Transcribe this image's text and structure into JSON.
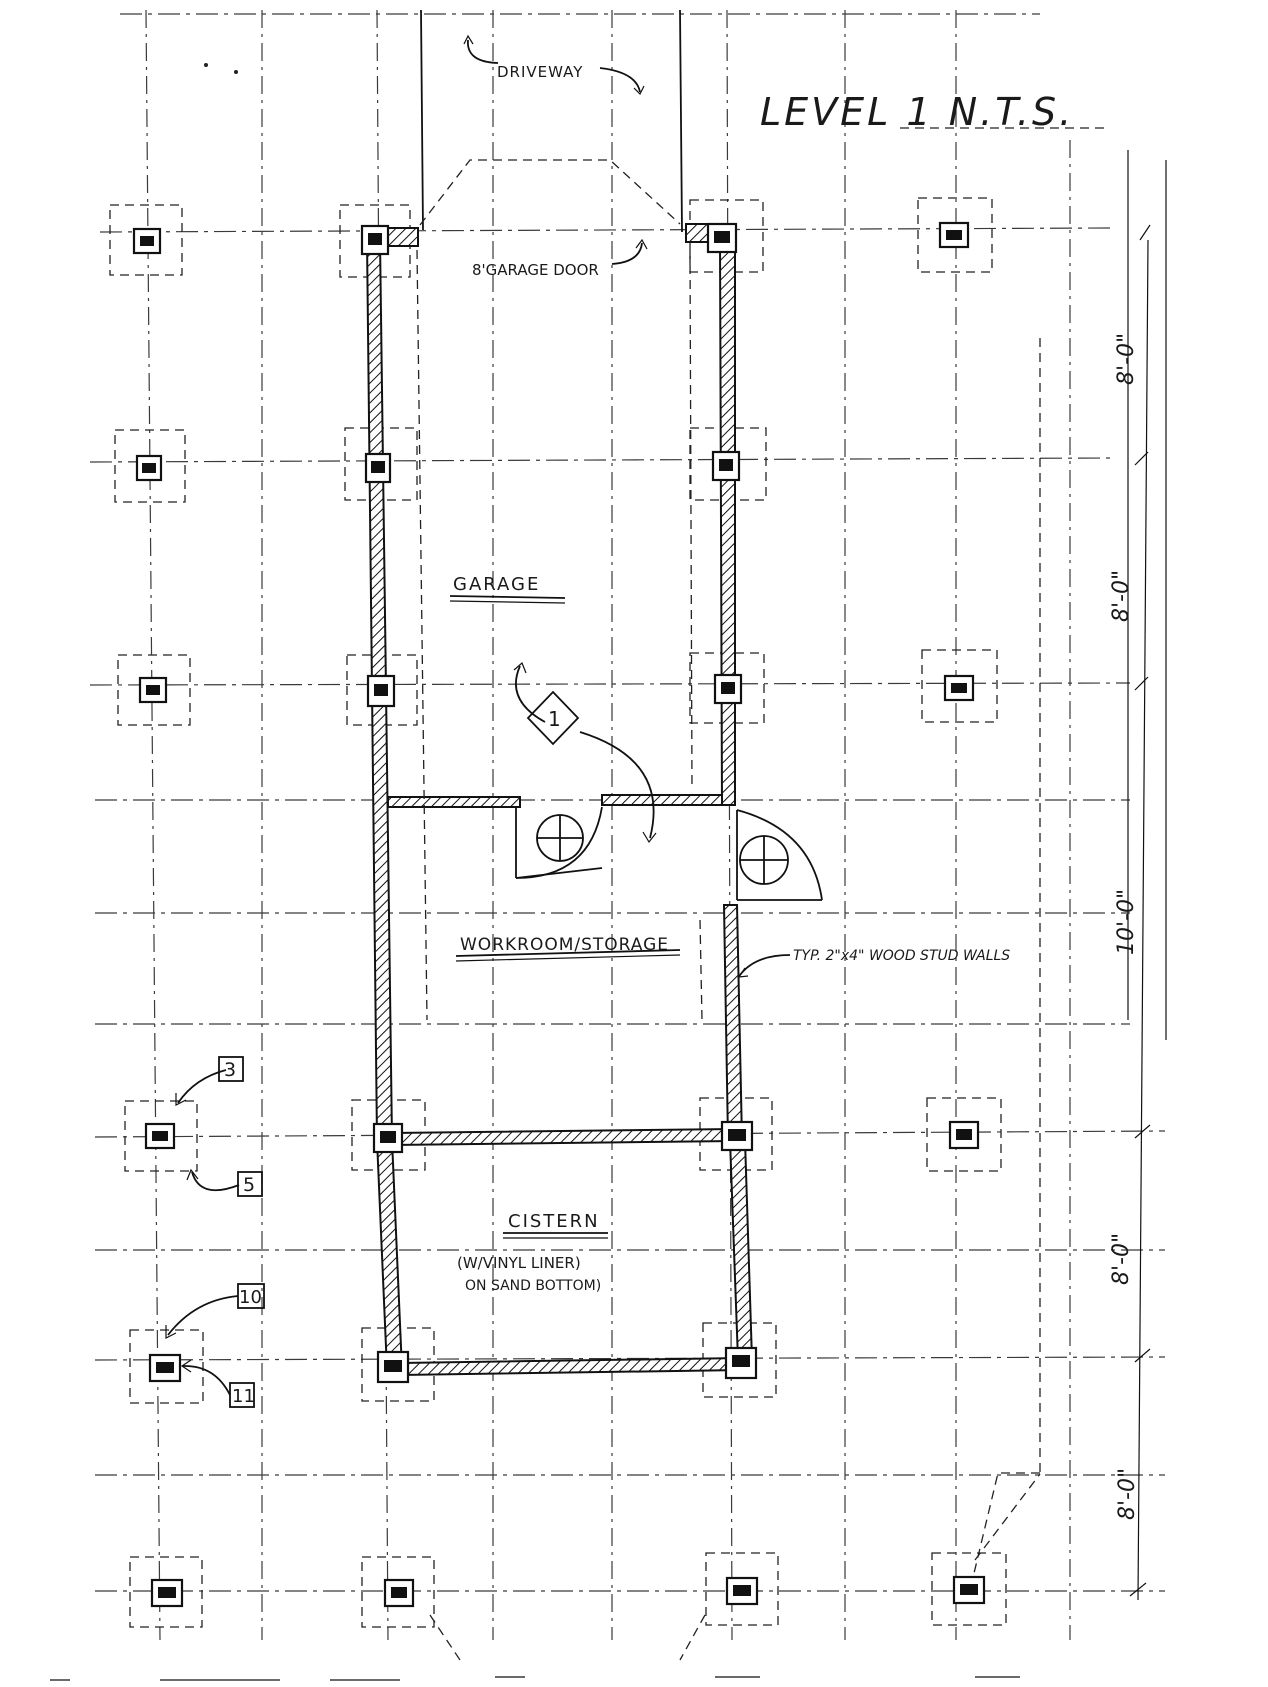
{
  "title": "LEVEL 1   N.T.S.",
  "labels": {
    "driveway": "DRIVEWAY",
    "garage_door": "8'GARAGE DOOR",
    "garage": "GARAGE",
    "workroom": "WORKROOM/STORAGE",
    "walls_note": "TYP. 2\"x4\" WOOD STUD WALLS",
    "cistern": "CISTERN",
    "cistern_note_1": "(W/VINYL LINER)",
    "cistern_note_2": "ON SAND BOTTOM)"
  },
  "dimensions": [
    "8'-0\"",
    "8'-0\"",
    "10'-0\"",
    "8'-0\"",
    "8'-0\""
  ],
  "callouts": {
    "door_tag": "1",
    "tag_3": "3",
    "tag_5": "5",
    "tag_10": "10",
    "tag_11": "11"
  }
}
